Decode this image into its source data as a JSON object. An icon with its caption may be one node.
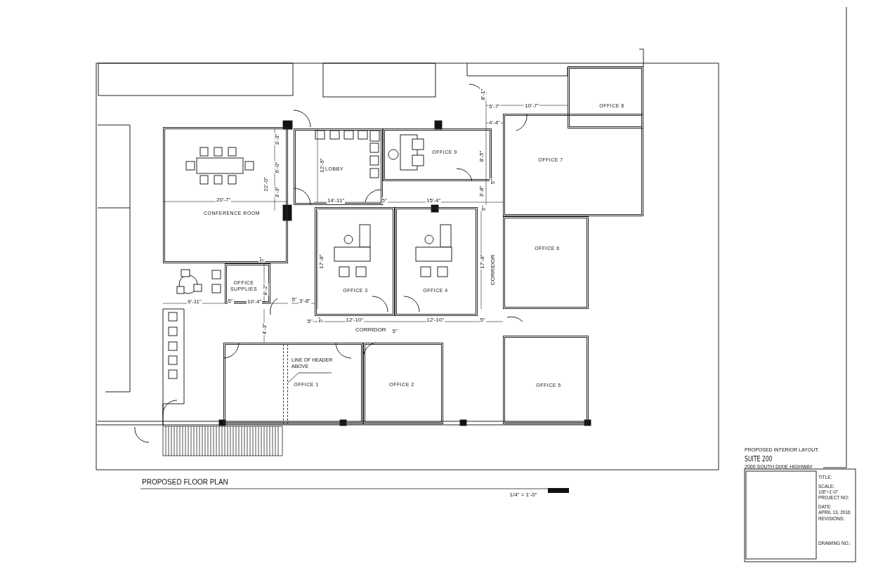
{
  "diagram": {
    "title": "PROPOSED FLOOR PLAN",
    "nodes": [
      {
        "text": [
          "OFFICE 8"
        ]
      },
      {
        "text": [
          "CONFERENCE ROOM"
        ]
      },
      {
        "text": [
          "LOBBY"
        ]
      },
      {
        "text": [
          "OFFICE 9"
        ]
      },
      {
        "text": [
          "OFFICE 7"
        ]
      },
      {
        "text": [
          "OFFICE 6"
        ]
      },
      {
        "text": [
          "OFFICE SUPPLIES"
        ]
      },
      {
        "text": [
          "OFFICE 3"
        ]
      },
      {
        "text": [
          "OFFICE 4"
        ]
      },
      {
        "text": [
          "OFFICE 1"
        ]
      },
      {
        "text": [
          "LINE OF HEADER ABOVE"
        ],
        "in": 9
      },
      {
        "text": [],
        "shape": "bar",
        "in": 9
      },
      {
        "text": [
          "OFFICE 2"
        ]
      },
      {
        "text": [
          "OFFICE 5"
        ]
      }
    ],
    "edges": [
      {
        "from": 10,
        "to": 11,
        "arrow": "none"
      }
    ],
    "labels": [
      "3'-3\"",
      "6'-0\"",
      "3'-3\"",
      "22'-0\"",
      "20'-7\"",
      "12'-6\"",
      "8'-1\"",
      "5'-7\"",
      "10'-7\"",
      "4'-4\"",
      "8'-5\"",
      "5\"",
      "14'-11\"",
      "5\"",
      "15'-4\"",
      "3'-8\"",
      "5\"",
      "5\"",
      "17'-8\"",
      "17'-8\"",
      "CORRIDOR",
      "8'-2\"",
      "9'-11\"",
      "5\"",
      "10'-4\"",
      "5\"",
      "3'-8\"",
      "5\"",
      "5\"",
      "12'-10\"",
      "12'-10\"",
      "5\"",
      "CORRIDOR",
      "5\"",
      "4'-3\"",
      "1/4\" = 1'-0\"",
      "PROPOSED INTERIOR LAYOUT:",
      "SUITE 200",
      "2000 SOUTH DIXIE HIGHWAY",
      "TITLE:",
      "SCALE:",
      "1/8\"=1'-0\"",
      "PROJECT NO:",
      "DATE:",
      "APRIL 13, 2016",
      "REVISIONS:",
      "DRAWING NO.:"
    ]
  }
}
